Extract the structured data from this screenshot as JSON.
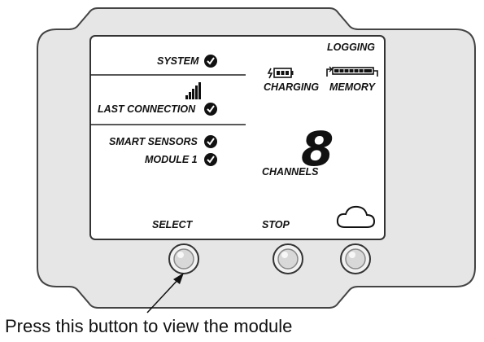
{
  "lcd": {
    "logging_label": "LOGGING",
    "system_label": "SYSTEM",
    "charging_label": "CHARGING",
    "memory_label": "MEMORY",
    "last_connection_label": "LAST CONNECTION",
    "smart_sensors_label": "SMART SENSORS",
    "module_label": "MODULE 1",
    "channels_digit": "8",
    "channels_label": "CHANNELS"
  },
  "buttons": {
    "select_label": "SELECT",
    "stop_label": "STOP"
  },
  "icons": {
    "status": "check-circle-icon",
    "signal": "signal-bars-icon",
    "battery": "battery-charging-icon",
    "memory": "memory-bar-icon",
    "cloud": "cloud-icon"
  },
  "annotation": {
    "caption": "Press this button to view the module"
  },
  "colors": {
    "panel_fill": "#e6e6e6",
    "panel_stroke": "#444444",
    "lcd_fill": "#ffffff",
    "text": "#111111"
  }
}
